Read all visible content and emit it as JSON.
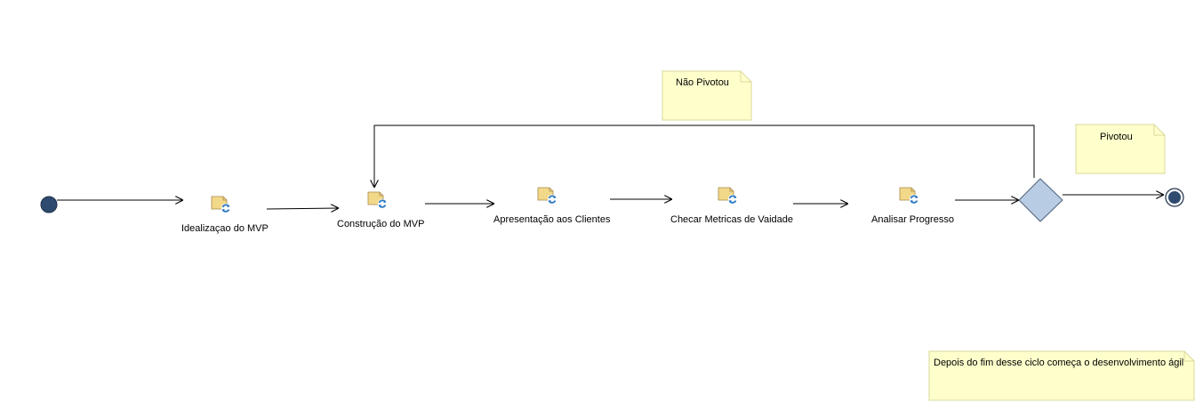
{
  "activities": [
    {
      "id": "a1",
      "label": "Idealizaçao do MVP"
    },
    {
      "id": "a2",
      "label": "Construção do MVP"
    },
    {
      "id": "a3",
      "label": "Apresentação aos Clientes"
    },
    {
      "id": "a4",
      "label": "Checar Metricas de Vaidade"
    },
    {
      "id": "a5",
      "label": "Analisar Progresso"
    }
  ],
  "notes": {
    "nao_pivotou": "Não Pivotou",
    "pivotou": "Pivotou",
    "depois": "Depois do fim desse ciclo começa o desenvolvimento ágil"
  },
  "colors": {
    "node_fill": "#2e4a6e",
    "decision_fill": "#b8cce4",
    "note_fill": "#ffffcc",
    "note_border": "#d8d89a",
    "icon_fill": "#f2d98a",
    "icon_arrow": "#2b78c2"
  }
}
